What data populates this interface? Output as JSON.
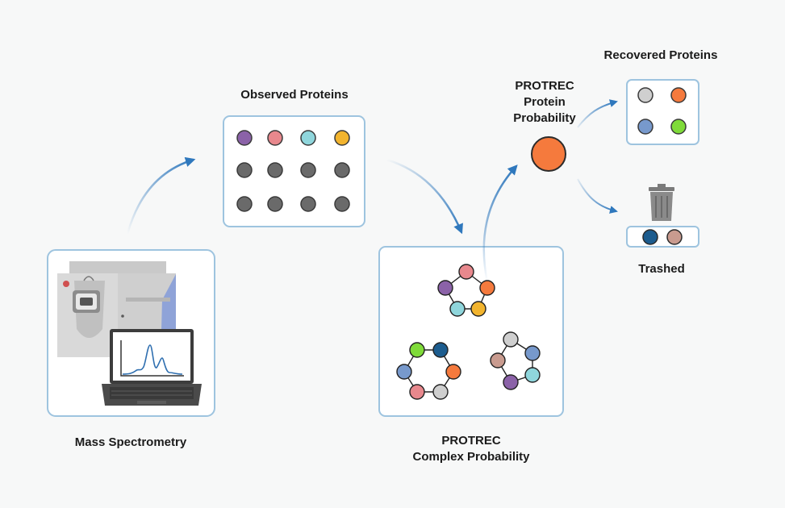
{
  "labels": {
    "mass_spec": "Mass Spectrometry",
    "observed": "Observed Proteins",
    "complex_line1": "PROTREC",
    "complex_line2": "Complex Probability",
    "protein_line1": "PROTREC",
    "protein_line2": "Protein",
    "protein_line3": "Probability",
    "recovered": "Recovered Proteins",
    "trashed": "Trashed"
  },
  "colors": {
    "background": "#f7f8f8",
    "box_border": "#9ec4df",
    "arrow": "#2f78bd",
    "gray_protein": "#6a6a6a",
    "purple": "#8b62a8",
    "pink": "#e8888d",
    "cyan": "#8fd6dc",
    "orange_yellow": "#f2b42e",
    "orange": "#f57a3d",
    "light_gray": "#cfcfcf",
    "blue": "#7799cc",
    "green": "#7fdb39",
    "dark_blue": "#1c5c8e",
    "tan": "#c99b8f",
    "trash": "#8a8a8a"
  },
  "icons": [
    "mass-spectrometer-icon",
    "laptop-icon",
    "spectrum-chart-icon",
    "trash-can-icon"
  ]
}
